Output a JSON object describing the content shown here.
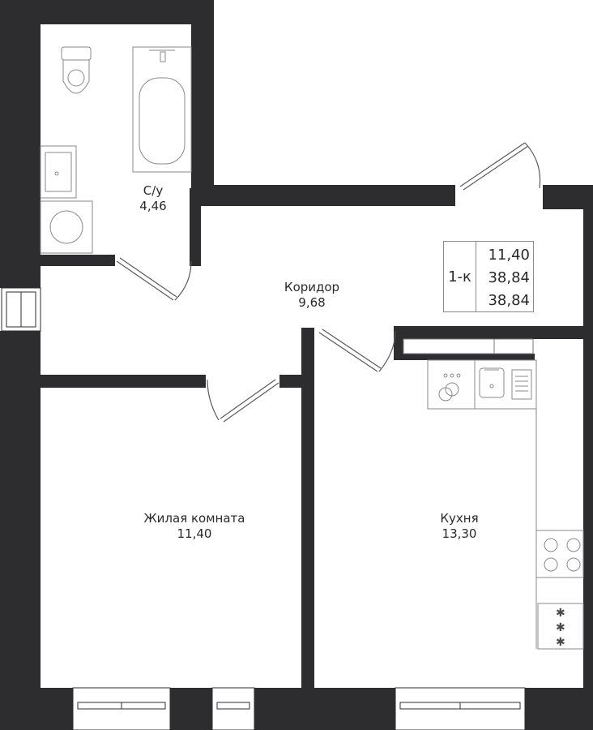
{
  "plan": {
    "apartment_type": "1-к",
    "areas": [
      "11,40",
      "38,84",
      "38,84"
    ],
    "rooms": [
      {
        "key": "bathroom",
        "name": "С/у",
        "area": "4,46"
      },
      {
        "key": "corridor",
        "name": "Коридор",
        "area": "9,68"
      },
      {
        "key": "living",
        "name": "Жилая комната",
        "area": "11,40"
      },
      {
        "key": "kitchen",
        "name": "Кухня",
        "area": "13,30"
      }
    ]
  },
  "colors": {
    "wall": "#2d2d30",
    "line": "#7a7a7a",
    "background": "#ffffff"
  }
}
